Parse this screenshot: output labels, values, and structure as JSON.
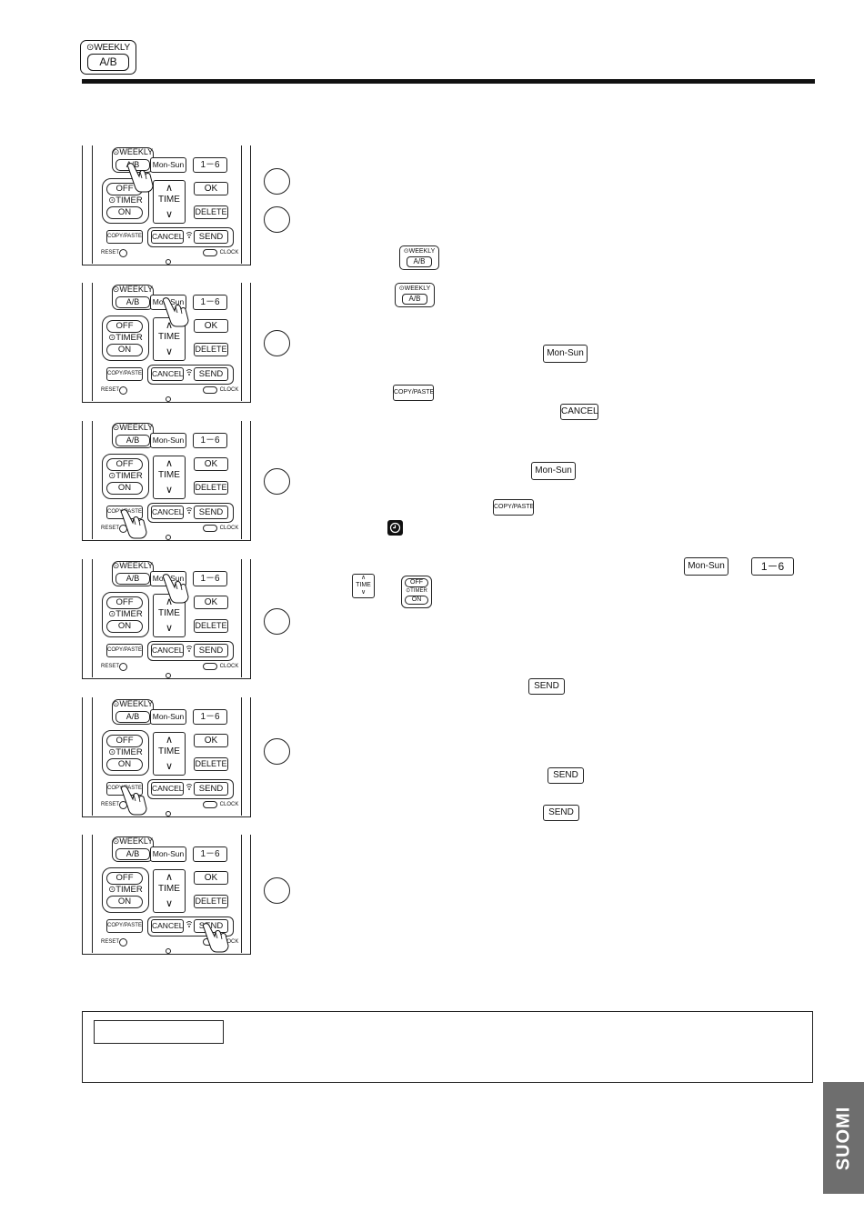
{
  "header": {
    "weekly_label": "⊙WEEKLY",
    "ab_label": "A/B"
  },
  "remote": {
    "weekly": "⊙WEEKLY",
    "ab": "A/B",
    "mon_sun": "Mon-Sun",
    "one_six": "1－6",
    "off": "OFF",
    "timer": "⊙TIMER",
    "on": "ON",
    "time": "TIME",
    "ok": "OK",
    "delete": "DELETE",
    "copy_paste": "COPY/PASTE",
    "cancel": "CANCEL",
    "send": "SEND",
    "reset": "RESET",
    "clock": "CLOCK",
    "up": "∧",
    "down": "∨"
  },
  "inline_icons": {
    "weekly": "⊙WEEKLY",
    "ab": "A/B",
    "mon_sun": "Mon-Sun",
    "copy_paste": "COPY/PASTE",
    "cancel": "CANCEL",
    "one_six": "1－6",
    "time": "TIME",
    "off": "OFF",
    "timer": "⊙TIMER",
    "on": "ON",
    "send": "SEND"
  },
  "side_tab": {
    "label": "SUOMI"
  }
}
